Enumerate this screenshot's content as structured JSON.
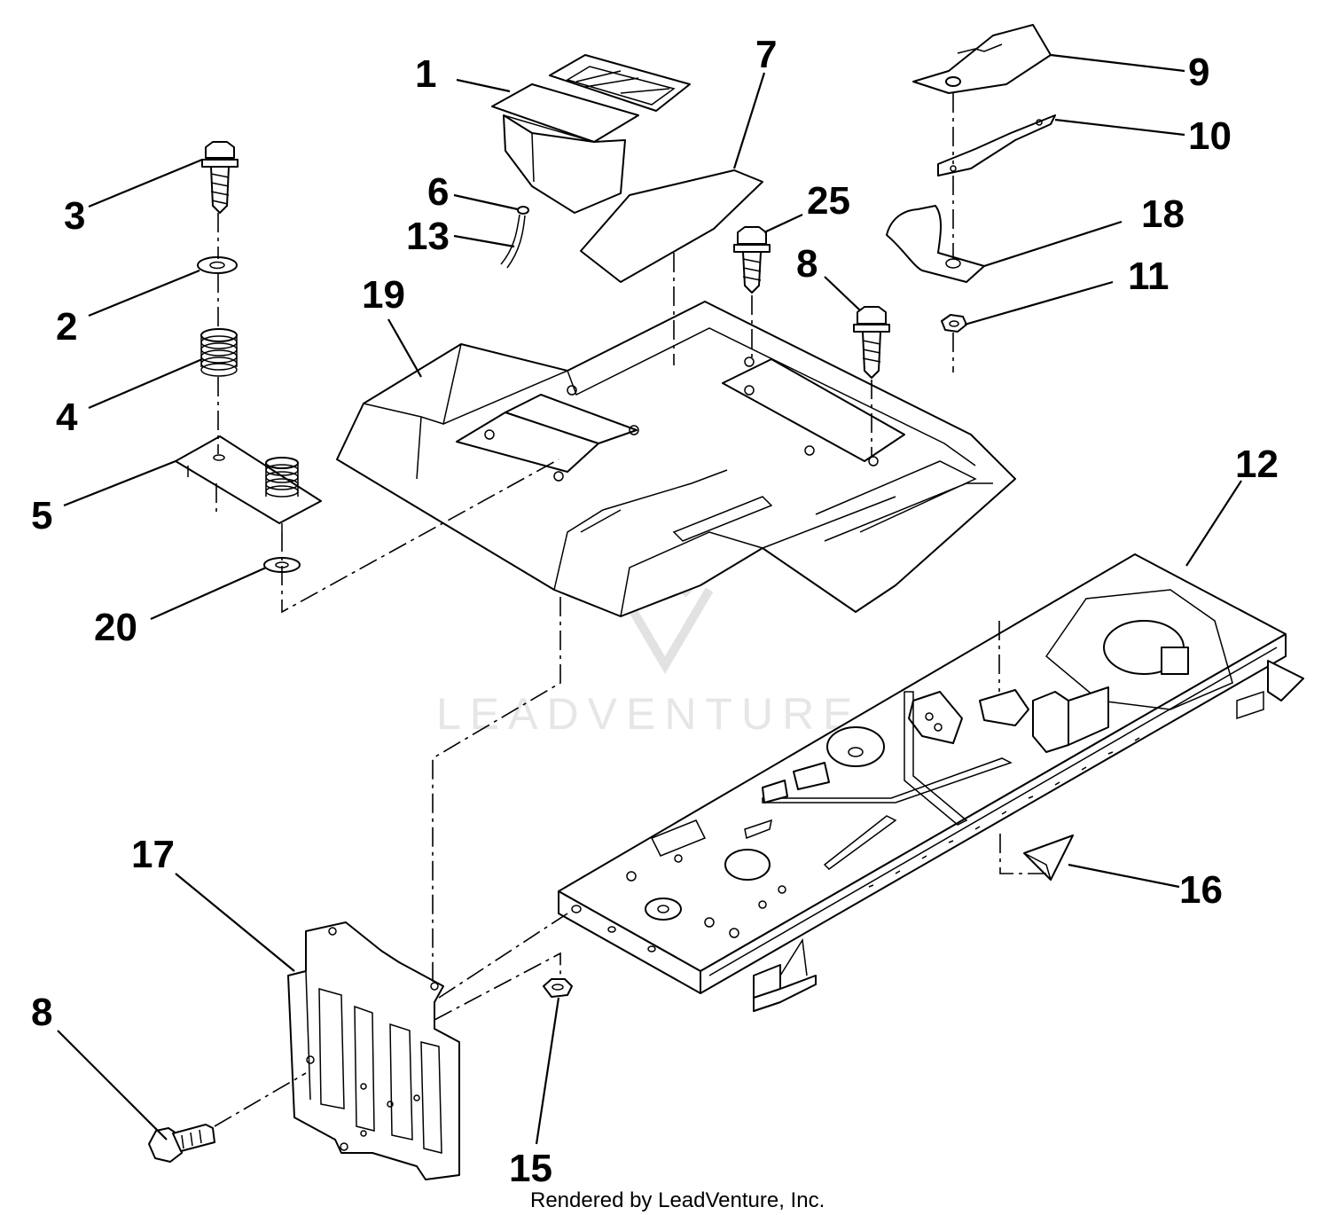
{
  "callouts": {
    "c1": "1",
    "c2": "2",
    "c3": "3",
    "c4": "4",
    "c5": "5",
    "c6": "6",
    "c7": "7",
    "c8a": "8",
    "c8b": "8",
    "c9": "9",
    "c10": "10",
    "c11": "11",
    "c12": "12",
    "c13": "13",
    "c15": "15",
    "c16": "16",
    "c17": "17",
    "c18": "18",
    "c19": "19",
    "c20": "20",
    "c25": "25"
  },
  "watermark": {
    "text": "LEADVENTURE",
    "icon": "leadventure-flame-logo",
    "color": "#e6e6e6"
  },
  "footer": {
    "credit": "Rendered by LeadVenture, Inc."
  },
  "colors": {
    "line": "#000000",
    "background": "#ffffff"
  }
}
